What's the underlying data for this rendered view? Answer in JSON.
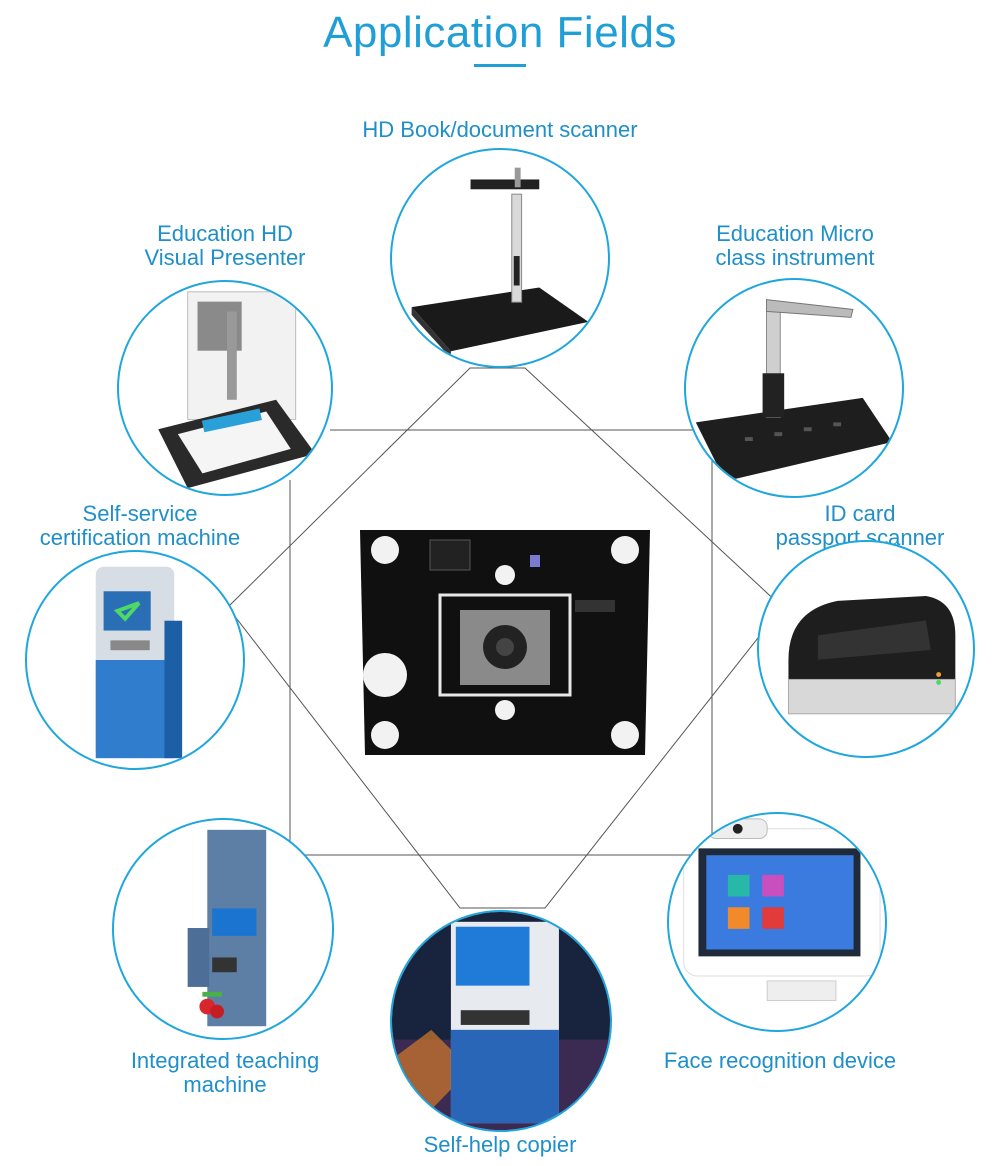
{
  "page": {
    "title": "Application Fields",
    "accent_color": "#1f9fd6",
    "center_image": "camera-module-pcb"
  },
  "fields": [
    {
      "id": "book-scanner",
      "lines": [
        "HD Book/document scanner"
      ],
      "icon": "book-scanner-image"
    },
    {
      "id": "visual-presenter",
      "lines": [
        "Education HD",
        "Visual Presenter"
      ],
      "icon": "visual-presenter-image"
    },
    {
      "id": "micro-class",
      "lines": [
        "Education Micro",
        "class instrument"
      ],
      "icon": "micro-class-instrument-image"
    },
    {
      "id": "certification-machine",
      "lines": [
        "Self-service",
        "certification machine"
      ],
      "icon": "kiosk-image"
    },
    {
      "id": "id-scanner",
      "lines": [
        "ID card",
        "passport scanner"
      ],
      "icon": "passport-scanner-image"
    },
    {
      "id": "teaching-machine",
      "lines": [
        "Integrated teaching",
        "machine"
      ],
      "icon": "teaching-machine-image"
    },
    {
      "id": "face-recognition",
      "lines": [
        "Face recognition device"
      ],
      "icon": "face-recognition-image"
    },
    {
      "id": "copier",
      "lines": [
        "Self-help copier"
      ],
      "icon": "copier-image"
    }
  ]
}
